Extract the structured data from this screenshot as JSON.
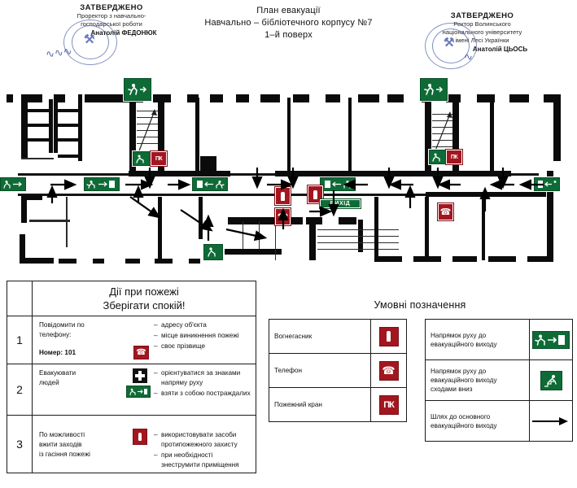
{
  "header": {
    "approval_left": {
      "title": "ЗАТВЕРДЖЕНО",
      "line1": "Проректор з навчально-",
      "line2": "господарської роботи",
      "signature": "Анатолій ФЕДОНЮК"
    },
    "approval_right": {
      "title": "ЗАТВЕРДЖЕНО",
      "line1": "Ректор Волинського",
      "line2": "національного університету",
      "line3": "імені Лесі Українки",
      "signature": "Анатолій ЦЬОСЬ"
    },
    "plan_title_line1": "План евакуації",
    "plan_title_line2": "Навчально – бібліотечного корпусу №7",
    "plan_title_line3": "1–й поверх"
  },
  "floorplan": {
    "exit_label": "ВИХІД",
    "hydrant_label": "ПК",
    "signs": [
      {
        "name": "exit-sign-top-left",
        "type": "exit-running-man-square"
      },
      {
        "name": "exit-sign-top-right",
        "type": "exit-running-man-square"
      },
      {
        "name": "exit-sign-corridor-left",
        "type": "exit-running-man-wide"
      },
      {
        "name": "exit-sign-corridor-mid",
        "type": "exit-running-man-wide"
      },
      {
        "name": "exit-sign-corridor-right",
        "type": "exit-running-man-wide"
      },
      {
        "name": "fire-hydrant-left-stair",
        "type": "hydrant"
      },
      {
        "name": "fire-hydrant-right-stair",
        "type": "hydrant"
      },
      {
        "name": "fire-extinguisher-center",
        "type": "extinguisher"
      },
      {
        "name": "telephone-center",
        "type": "telephone"
      }
    ]
  },
  "actions": {
    "title_line1": "Дії при пожежі",
    "title_line2": "Зберігати спокій!",
    "rows": [
      {
        "num": "1",
        "main_line1": "Повідомити по",
        "main_line2": "телефону:",
        "main_line3": "Номер:   101",
        "icon": "telephone-icon",
        "bullets": [
          "адресу об'єкта",
          "місце виникнення пожежі",
          "своє прізвище"
        ]
      },
      {
        "num": "2",
        "main_line1": "Евакуювати",
        "main_line2": "людей",
        "main_line3": "",
        "icon": "first-aid-icon",
        "bullets": [
          "орієнтуватися за знаками напряму руху",
          "взяти з собою постраждалих"
        ]
      },
      {
        "num": "3",
        "main_line1": "По можливості",
        "main_line2": "вжити заходів",
        "main_line3": "із гасіння пожежі",
        "icon": "extinguisher-icon",
        "bullets": [
          "використовувати засоби протипожежного захисту",
          "при необхідності знеструмити приміщення"
        ]
      }
    ]
  },
  "legend": {
    "title": "Умовні позначення",
    "left_rows": [
      {
        "label": "Вогнегасник",
        "icon": "extinguisher-icon"
      },
      {
        "label": "Телефон",
        "icon": "telephone-icon"
      },
      {
        "label": "Пожежний кран",
        "icon": "fire-hydrant-icon",
        "icon_text": "ПК"
      }
    ],
    "right_rows": [
      {
        "label": "Напрямок руху до евакуаційного виходу",
        "icon": "exit-direction-icon"
      },
      {
        "label": "Напрямок руху до евакуаційного виходу сходами вниз",
        "icon": "exit-stairs-down-icon"
      },
      {
        "label": "Шлях до основного евакуаційного виходу",
        "icon": "arrow-right-icon"
      }
    ]
  },
  "colors": {
    "green": "#0f6b36",
    "red": "#a31620",
    "wall": "#0b0b0b",
    "stamp_blue": "#3a4fa0"
  }
}
